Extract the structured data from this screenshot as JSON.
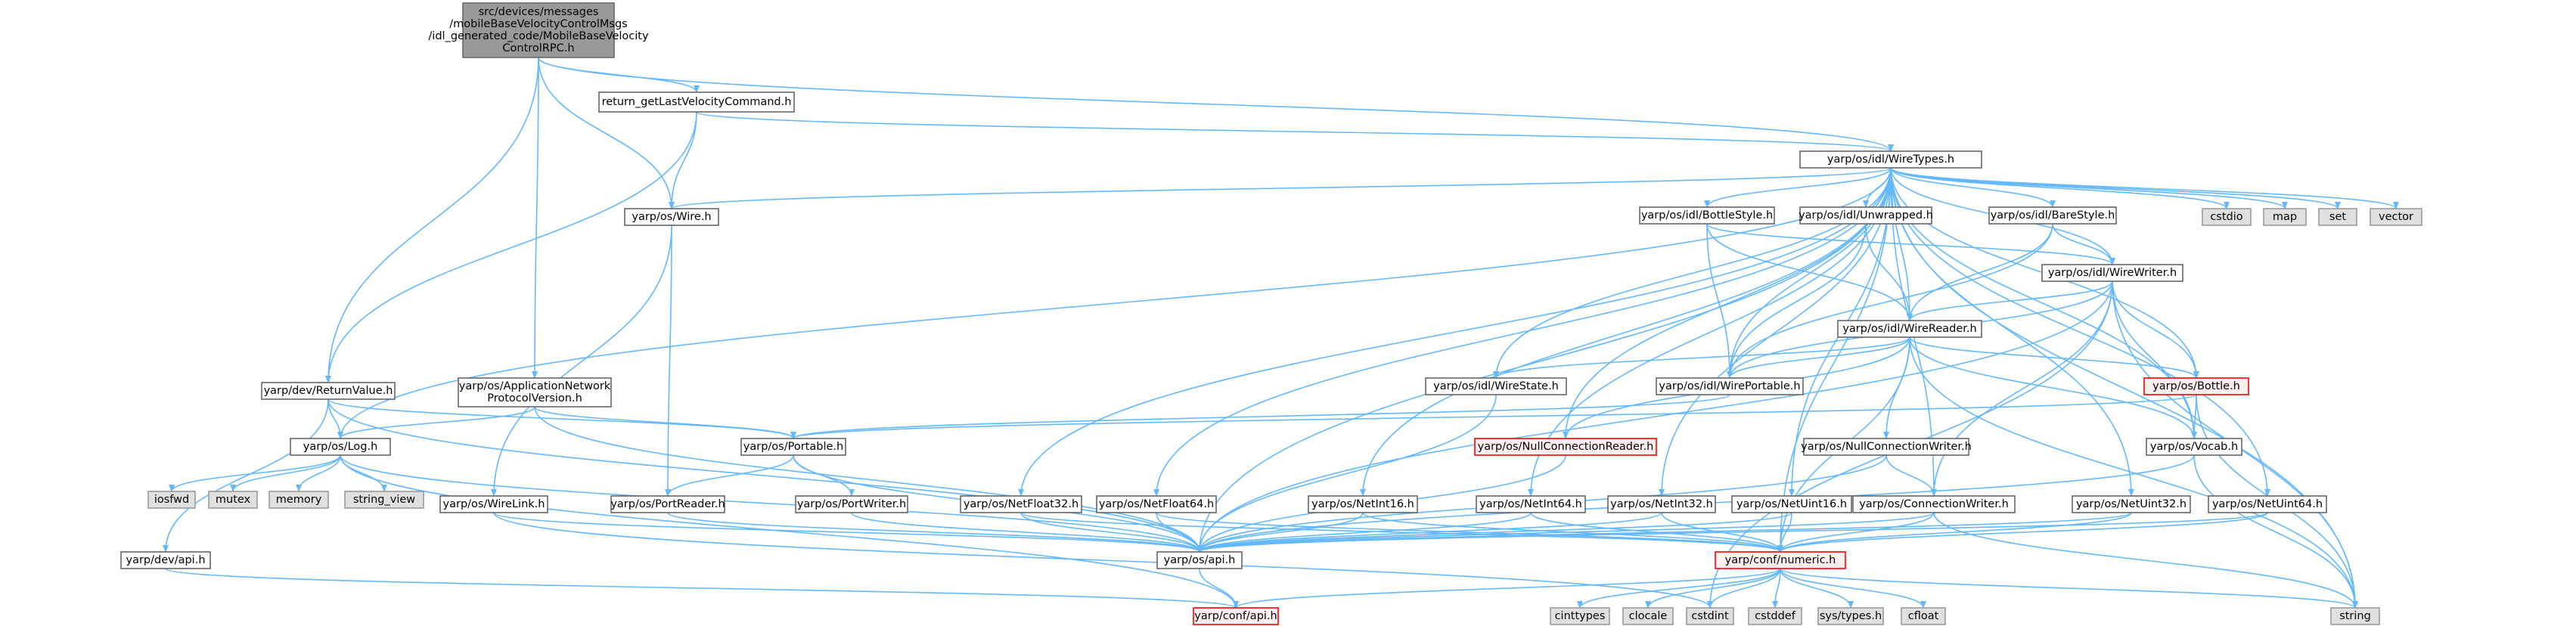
{
  "diagram": {
    "nodes": [
      {
        "id": "root",
        "lines": [
          "src/devices/messages",
          "/mobileBaseVelocityControlMsgs",
          "/idl_generated_code/MobileBaseVelocity",
          "ControlRPC.h"
        ],
        "style": "root"
      },
      {
        "id": "retcmd",
        "lines": [
          "return_getLastVelocityCommand.h"
        ],
        "style": "normal"
      },
      {
        "id": "wiretypes",
        "lines": [
          "yarp/os/idl/WireTypes.h"
        ],
        "style": "normal"
      },
      {
        "id": "wire",
        "lines": [
          "yarp/os/Wire.h"
        ],
        "style": "normal"
      },
      {
        "id": "retval",
        "lines": [
          "yarp/dev/ReturnValue.h"
        ],
        "style": "normal"
      },
      {
        "id": "appnet",
        "lines": [
          "yarp/os/ApplicationNetwork",
          "ProtocolVersion.h"
        ],
        "style": "normal"
      },
      {
        "id": "bottlestyle",
        "lines": [
          "yarp/os/idl/BottleStyle.h"
        ],
        "style": "normal"
      },
      {
        "id": "unwrapped",
        "lines": [
          "yarp/os/idl/Unwrapped.h"
        ],
        "style": "normal"
      },
      {
        "id": "barestyle",
        "lines": [
          "yarp/os/idl/BareStyle.h"
        ],
        "style": "normal"
      },
      {
        "id": "cstdio",
        "lines": [
          "cstdio"
        ],
        "style": "system"
      },
      {
        "id": "map",
        "lines": [
          "map"
        ],
        "style": "system"
      },
      {
        "id": "set",
        "lines": [
          "set"
        ],
        "style": "system"
      },
      {
        "id": "vector",
        "lines": [
          "vector"
        ],
        "style": "system"
      },
      {
        "id": "wirewriter",
        "lines": [
          "yarp/os/idl/WireWriter.h"
        ],
        "style": "normal"
      },
      {
        "id": "wirereader",
        "lines": [
          "yarp/os/idl/WireReader.h"
        ],
        "style": "normal"
      },
      {
        "id": "wirestate",
        "lines": [
          "yarp/os/idl/WireState.h"
        ],
        "style": "normal"
      },
      {
        "id": "wireportable",
        "lines": [
          "yarp/os/idl/WirePortable.h"
        ],
        "style": "normal"
      },
      {
        "id": "bottle",
        "lines": [
          "yarp/os/Bottle.h"
        ],
        "style": "truncated"
      },
      {
        "id": "log",
        "lines": [
          "yarp/os/Log.h"
        ],
        "style": "normal"
      },
      {
        "id": "portable",
        "lines": [
          "yarp/os/Portable.h"
        ],
        "style": "normal"
      },
      {
        "id": "nullconnreader",
        "lines": [
          "yarp/os/NullConnectionReader.h"
        ],
        "style": "truncated"
      },
      {
        "id": "vocab",
        "lines": [
          "yarp/os/Vocab.h"
        ],
        "style": "normal"
      },
      {
        "id": "iosfwd",
        "lines": [
          "iosfwd"
        ],
        "style": "system"
      },
      {
        "id": "mutex",
        "lines": [
          "mutex"
        ],
        "style": "system"
      },
      {
        "id": "memory",
        "lines": [
          "memory"
        ],
        "style": "system"
      },
      {
        "id": "string_view",
        "lines": [
          "string_view"
        ],
        "style": "system"
      },
      {
        "id": "nullconnwriter",
        "lines": [
          "yarp/os/NullConnectionWriter.h"
        ],
        "style": "normal"
      },
      {
        "id": "wirelink",
        "lines": [
          "yarp/os/WireLink.h"
        ],
        "style": "normal"
      },
      {
        "id": "portreader",
        "lines": [
          "yarp/os/PortReader.h"
        ],
        "style": "normal"
      },
      {
        "id": "portwriter",
        "lines": [
          "yarp/os/PortWriter.h"
        ],
        "style": "normal"
      },
      {
        "id": "netfloat32",
        "lines": [
          "yarp/os/NetFloat32.h"
        ],
        "style": "normal"
      },
      {
        "id": "netfloat64",
        "lines": [
          "yarp/os/NetFloat64.h"
        ],
        "style": "normal"
      },
      {
        "id": "netint16",
        "lines": [
          "yarp/os/NetInt16.h"
        ],
        "style": "normal"
      },
      {
        "id": "netint64",
        "lines": [
          "yarp/os/NetInt64.h"
        ],
        "style": "normal"
      },
      {
        "id": "netint32",
        "lines": [
          "yarp/os/NetInt32.h"
        ],
        "style": "normal"
      },
      {
        "id": "netuint16",
        "lines": [
          "yarp/os/NetUint16.h"
        ],
        "style": "normal"
      },
      {
        "id": "connwriter",
        "lines": [
          "yarp/os/ConnectionWriter.h"
        ],
        "style": "normal"
      },
      {
        "id": "netuint32",
        "lines": [
          "yarp/os/NetUint32.h"
        ],
        "style": "normal"
      },
      {
        "id": "netuint64",
        "lines": [
          "yarp/os/NetUint64.h"
        ],
        "style": "normal"
      },
      {
        "id": "devapi",
        "lines": [
          "yarp/dev/api.h"
        ],
        "style": "normal"
      },
      {
        "id": "osapi",
        "lines": [
          "yarp/os/api.h"
        ],
        "style": "normal"
      },
      {
        "id": "numeric",
        "lines": [
          "yarp/conf/numeric.h"
        ],
        "style": "truncated"
      },
      {
        "id": "confapi",
        "lines": [
          "yarp/conf/api.h"
        ],
        "style": "truncated"
      },
      {
        "id": "cinttypes",
        "lines": [
          "cinttypes"
        ],
        "style": "system"
      },
      {
        "id": "clocale",
        "lines": [
          "clocale"
        ],
        "style": "system"
      },
      {
        "id": "cstdint",
        "lines": [
          "cstdint"
        ],
        "style": "system"
      },
      {
        "id": "cstddef",
        "lines": [
          "cstddef"
        ],
        "style": "system"
      },
      {
        "id": "systypes",
        "lines": [
          "sys/types.h"
        ],
        "style": "system"
      },
      {
        "id": "cfloat",
        "lines": [
          "cfloat"
        ],
        "style": "system"
      },
      {
        "id": "string",
        "lines": [
          "string"
        ],
        "style": "system"
      }
    ],
    "edges": [
      [
        "root",
        "retcmd"
      ],
      [
        "root",
        "wiretypes"
      ],
      [
        "root",
        "wire"
      ],
      [
        "root",
        "retval"
      ],
      [
        "root",
        "appnet"
      ],
      [
        "retcmd",
        "wiretypes"
      ],
      [
        "retcmd",
        "wire"
      ],
      [
        "retcmd",
        "retval"
      ],
      [
        "wiretypes",
        "wire"
      ],
      [
        "wiretypes",
        "bottlestyle"
      ],
      [
        "wiretypes",
        "unwrapped"
      ],
      [
        "wiretypes",
        "barestyle"
      ],
      [
        "wiretypes",
        "cstdio"
      ],
      [
        "wiretypes",
        "map"
      ],
      [
        "wiretypes",
        "set"
      ],
      [
        "wiretypes",
        "vector"
      ],
      [
        "wiretypes",
        "wirewriter"
      ],
      [
        "wiretypes",
        "wirereader"
      ],
      [
        "wiretypes",
        "wirestate"
      ],
      [
        "wiretypes",
        "wireportable"
      ],
      [
        "wiretypes",
        "log"
      ],
      [
        "wiretypes",
        "nullconnreader"
      ],
      [
        "wiretypes",
        "vocab"
      ],
      [
        "wiretypes",
        "netfloat32"
      ],
      [
        "wiretypes",
        "netfloat64"
      ],
      [
        "wiretypes",
        "netint16"
      ],
      [
        "wiretypes",
        "netint64"
      ],
      [
        "wiretypes",
        "netint32"
      ],
      [
        "wiretypes",
        "netuint16"
      ],
      [
        "wiretypes",
        "netuint32"
      ],
      [
        "wiretypes",
        "netuint64"
      ],
      [
        "wiretypes",
        "connwriter"
      ],
      [
        "wiretypes",
        "bottle"
      ],
      [
        "wiretypes",
        "numeric"
      ],
      [
        "wiretypes",
        "string"
      ],
      [
        "wiretypes",
        "osapi"
      ],
      [
        "bottlestyle",
        "wirewriter"
      ],
      [
        "bottlestyle",
        "wirereader"
      ],
      [
        "bottlestyle",
        "wireportable"
      ],
      [
        "unwrapped",
        "wirereader"
      ],
      [
        "unwrapped",
        "wireportable"
      ],
      [
        "barestyle",
        "wirewriter"
      ],
      [
        "barestyle",
        "wirereader"
      ],
      [
        "barestyle",
        "wireportable"
      ],
      [
        "wirewriter",
        "wirereader"
      ],
      [
        "wirewriter",
        "wireportable"
      ],
      [
        "wirewriter",
        "bottle"
      ],
      [
        "wirewriter",
        "vocab"
      ],
      [
        "wirewriter",
        "connwriter"
      ],
      [
        "wirewriter",
        "string"
      ],
      [
        "wirewriter",
        "osapi"
      ],
      [
        "wirewriter",
        "cstdint"
      ],
      [
        "wirereader",
        "wirestate"
      ],
      [
        "wirereader",
        "wireportable"
      ],
      [
        "wirereader",
        "bottle"
      ],
      [
        "wirereader",
        "nullconnreader"
      ],
      [
        "wirereader",
        "nullconnwriter"
      ],
      [
        "wirereader",
        "vocab"
      ],
      [
        "wirereader",
        "numeric"
      ],
      [
        "wirereader",
        "string"
      ],
      [
        "wire",
        "wirelink"
      ],
      [
        "wire",
        "portreader"
      ],
      [
        "retval",
        "log"
      ],
      [
        "retval",
        "portable"
      ],
      [
        "retval",
        "devapi"
      ],
      [
        "retval",
        "osapi"
      ],
      [
        "appnet",
        "log"
      ],
      [
        "appnet",
        "portable"
      ],
      [
        "appnet",
        "osapi"
      ],
      [
        "wirestate",
        "osapi"
      ],
      [
        "wireportable",
        "portable"
      ],
      [
        "bottle",
        "portable"
      ],
      [
        "bottle",
        "vocab"
      ],
      [
        "bottle",
        "string"
      ],
      [
        "log",
        "iosfwd"
      ],
      [
        "log",
        "mutex"
      ],
      [
        "log",
        "memory"
      ],
      [
        "log",
        "string_view"
      ],
      [
        "log",
        "osapi"
      ],
      [
        "log",
        "confapi"
      ],
      [
        "portable",
        "portreader"
      ],
      [
        "portable",
        "portwriter"
      ],
      [
        "portable",
        "osapi"
      ],
      [
        "nullconnreader",
        "osapi"
      ],
      [
        "nullconnwriter",
        "connwriter"
      ],
      [
        "nullconnwriter",
        "osapi"
      ],
      [
        "vocab",
        "string"
      ],
      [
        "vocab",
        "osapi"
      ],
      [
        "wirelink",
        "osapi"
      ],
      [
        "wirelink",
        "cstdint"
      ],
      [
        "portreader",
        "osapi"
      ],
      [
        "portwriter",
        "osapi"
      ],
      [
        "netfloat32",
        "osapi"
      ],
      [
        "netfloat32",
        "numeric"
      ],
      [
        "netfloat64",
        "osapi"
      ],
      [
        "netfloat64",
        "numeric"
      ],
      [
        "netint16",
        "osapi"
      ],
      [
        "netint16",
        "numeric"
      ],
      [
        "netint64",
        "osapi"
      ],
      [
        "netint64",
        "numeric"
      ],
      [
        "netint32",
        "osapi"
      ],
      [
        "netint32",
        "numeric"
      ],
      [
        "netuint16",
        "osapi"
      ],
      [
        "netuint16",
        "numeric"
      ],
      [
        "connwriter",
        "osapi"
      ],
      [
        "connwriter",
        "numeric"
      ],
      [
        "connwriter",
        "string"
      ],
      [
        "netuint32",
        "osapi"
      ],
      [
        "netuint32",
        "numeric"
      ],
      [
        "netuint64",
        "osapi"
      ],
      [
        "netuint64",
        "numeric"
      ],
      [
        "devapi",
        "confapi"
      ],
      [
        "osapi",
        "confapi"
      ],
      [
        "numeric",
        "confapi"
      ],
      [
        "numeric",
        "cinttypes"
      ],
      [
        "numeric",
        "clocale"
      ],
      [
        "numeric",
        "cstdint"
      ],
      [
        "numeric",
        "cstddef"
      ],
      [
        "numeric",
        "systypes"
      ],
      [
        "numeric",
        "cfloat"
      ],
      [
        "numeric",
        "string"
      ]
    ],
    "colors": {
      "edge": "#63b8ff",
      "root_fill": "#999999",
      "root_border": "#666666",
      "normal_fill": "#ffffff",
      "normal_border": "#666666",
      "truncated_fill": "#fff0f0",
      "truncated_border": "#ff0000",
      "system_fill": "#e0e0e0",
      "system_border": "#999999"
    }
  }
}
